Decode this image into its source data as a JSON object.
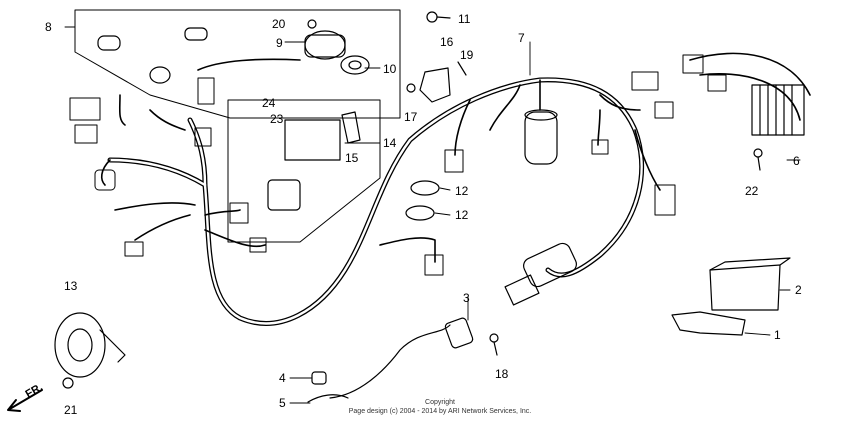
{
  "diagram": {
    "callouts": {
      "c1": "1",
      "c2": "2",
      "c3": "3",
      "c4": "4",
      "c5": "5",
      "c6": "6",
      "c7": "7",
      "c8": "8",
      "c9": "9",
      "c10": "10",
      "c11": "11",
      "c12a": "12",
      "c12b": "12",
      "c13": "13",
      "c14": "14",
      "c15": "15",
      "c16": "16",
      "c17": "17",
      "c18": "18",
      "c19": "19",
      "c20": "20",
      "c21": "21",
      "c22": "22",
      "c23": "23",
      "c24": "24"
    },
    "direction_label": "FR.",
    "copyright_line1": "Copyright",
    "copyright_line2": "Page design (c) 2004 - 2014 by ARI Network Services, Inc."
  }
}
